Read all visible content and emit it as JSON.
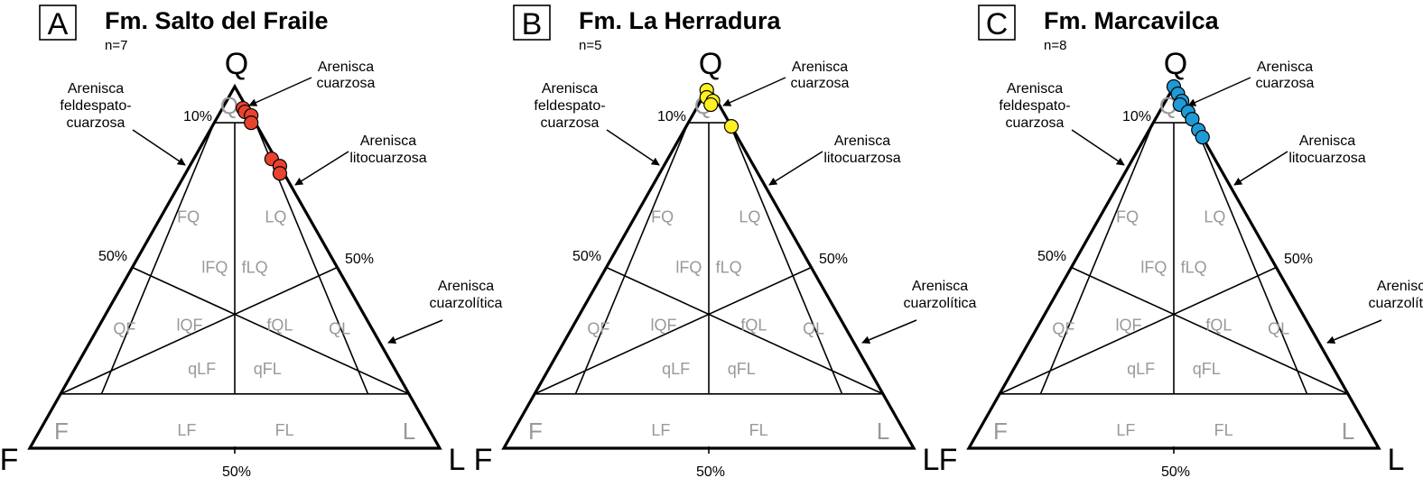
{
  "panels": [
    {
      "letter": "A",
      "title": "Fm. Salto del Fraile",
      "n": "n=7",
      "point_color": "#e8432f",
      "points": [
        [
          0.94,
          0.01,
          0.05
        ],
        [
          0.93,
          0.01,
          0.06
        ],
        [
          0.92,
          0.0,
          0.08
        ],
        [
          0.9,
          0.01,
          0.09
        ],
        [
          0.8,
          0.01,
          0.19
        ],
        [
          0.78,
          0.0,
          0.22
        ],
        [
          0.76,
          0.01,
          0.23
        ]
      ],
      "labels": {
        "q_top": "Arenisca cuarzosa",
        "fq": "Arenisca feldespato-cuarzosa",
        "lq": "Arenisca litocuarzosa",
        "ql": "Arenisca cuarzolítica"
      }
    },
    {
      "letter": "B",
      "title": "Fm. La Herradura",
      "n": "n=5",
      "point_color": "#fff022",
      "points": [
        [
          0.99,
          0.01,
          0.0
        ],
        [
          0.97,
          0.02,
          0.01
        ],
        [
          0.96,
          0.01,
          0.03
        ],
        [
          0.95,
          0.02,
          0.03
        ],
        [
          0.89,
          0.0,
          0.11
        ]
      ],
      "labels": {
        "q_top": "Arenisca cuarzosa",
        "fq": "Arenisca feldespato-cuarzosa",
        "lq": "Arenisca litocuarzosa",
        "ql": "Arenisca cuarzolítica"
      }
    },
    {
      "letter": "C",
      "title": "Fm. Marcavilca",
      "n": "n=8",
      "point_color": "#1e9ad6",
      "points": [
        [
          1.0,
          0.0,
          0.0
        ],
        [
          0.98,
          0.0,
          0.02
        ],
        [
          0.96,
          0.0,
          0.04
        ],
        [
          0.95,
          0.01,
          0.04
        ],
        [
          0.93,
          0.0,
          0.07
        ],
        [
          0.91,
          0.0,
          0.09
        ],
        [
          0.88,
          0.0,
          0.12
        ],
        [
          0.86,
          0.0,
          0.14
        ]
      ],
      "labels": {
        "q_top": "Arenisca cuarzosa",
        "fq": "Arenisca feldespato-cuarzosa",
        "lq": "Arenisca litocuarzosa",
        "ql": "Arenisca cuarzolítica"
      }
    }
  ],
  "vertices": {
    "q": "Q",
    "f": "F",
    "l": "L"
  },
  "ticks": {
    "ten": "10%",
    "fifty": "50%"
  },
  "zones": {
    "Q": "Q",
    "FQ": "FQ",
    "LQ": "LQ",
    "lFQ": "lFQ",
    "fLQ": "fLQ",
    "QF": "QF",
    "lQF": "lQF",
    "fQL": "fQL",
    "QL": "QL",
    "qLF": "qLF",
    "qFL": "qFL",
    "F": "F",
    "LF": "LF",
    "FL": "FL",
    "L": "L"
  },
  "label_lines": {
    "cuarzosa": [
      "Arenisca",
      "cuarzosa"
    ],
    "feldespato": [
      "Arenisca",
      "feldespato-",
      "cuarzosa"
    ],
    "lito": [
      "Arenisca",
      "litocuarzosa"
    ],
    "cuarzolitica": [
      "Arenisca",
      "cuarzolítica"
    ]
  }
}
